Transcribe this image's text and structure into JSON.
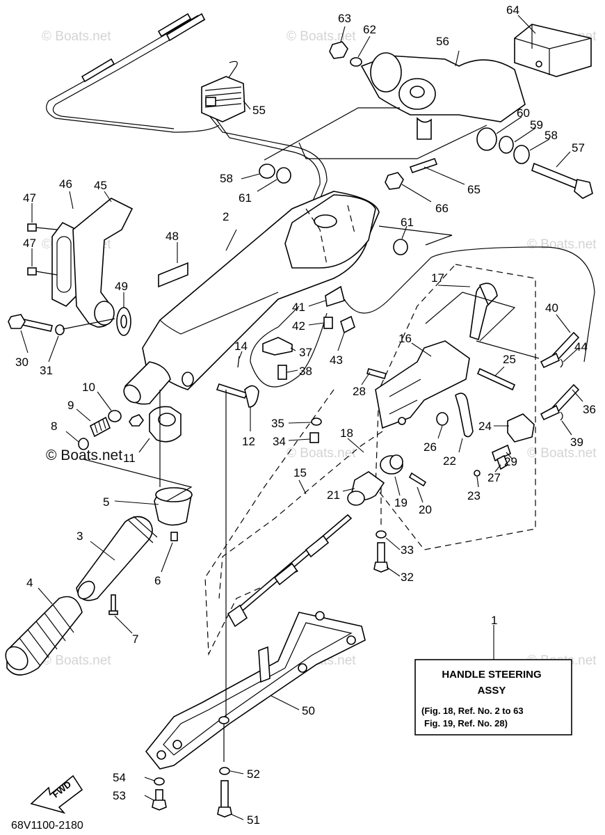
{
  "watermark": "© Boats.net",
  "watermark_callout": "© Boats.net",
  "diagram_code": "68V1100-2180",
  "fwd_label": "FWD",
  "info_box": {
    "title": "HANDLE STEERING",
    "subtitle": "ASSY",
    "ref1": "(Fig. 18, Ref. No. 2 to 63",
    "ref2": "Fig. 19, Ref. No. 28)"
  },
  "callout_11_text": "11",
  "part_numbers": [
    "1",
    "2",
    "3",
    "4",
    "5",
    "6",
    "7",
    "8",
    "9",
    "10",
    "12",
    "14",
    "15",
    "16",
    "17",
    "18",
    "19",
    "20",
    "21",
    "22",
    "23",
    "24",
    "25",
    "26",
    "27",
    "28",
    "29",
    "30",
    "31",
    "32",
    "33",
    "34",
    "35",
    "36",
    "37",
    "38",
    "39",
    "40",
    "41",
    "42",
    "43",
    "44",
    "45",
    "46",
    "47",
    "48",
    "49",
    "50",
    "51",
    "52",
    "53",
    "54",
    "55",
    "56",
    "57",
    "58",
    "59",
    "60",
    "61",
    "62",
    "63",
    "64",
    "65",
    "66"
  ],
  "labels": {
    "n1": "1",
    "n2": "2",
    "n3": "3",
    "n4": "4",
    "n5": "5",
    "n6": "6",
    "n7": "7",
    "n8": "8",
    "n9": "9",
    "n10": "10",
    "n12": "12",
    "n14": "14",
    "n15": "15",
    "n16": "16",
    "n17": "17",
    "n18": "18",
    "n19": "19",
    "n20": "20",
    "n21": "21",
    "n22": "22",
    "n23": "23",
    "n24": "24",
    "n25": "25",
    "n26": "26",
    "n27": "27",
    "n28": "28",
    "n29": "29",
    "n30": "30",
    "n31": "31",
    "n32": "32",
    "n33": "33",
    "n34": "34",
    "n35": "35",
    "n36": "36",
    "n37": "37",
    "n38": "38",
    "n39": "39",
    "n40": "40",
    "n41": "41",
    "n42": "42",
    "n43": "43",
    "n44": "44",
    "n45": "45",
    "n46": "46",
    "n47a": "47",
    "n47b": "47",
    "n48": "48",
    "n49": "49",
    "n50": "50",
    "n51": "51",
    "n52": "52",
    "n53": "53",
    "n54": "54",
    "n55": "55",
    "n56": "56",
    "n57": "57",
    "n58a": "58",
    "n58b": "58",
    "n59": "59",
    "n60": "60",
    "n61a": "61",
    "n61b": "61",
    "n62": "62",
    "n63": "63",
    "n64": "64",
    "n65": "65",
    "n66": "66"
  }
}
